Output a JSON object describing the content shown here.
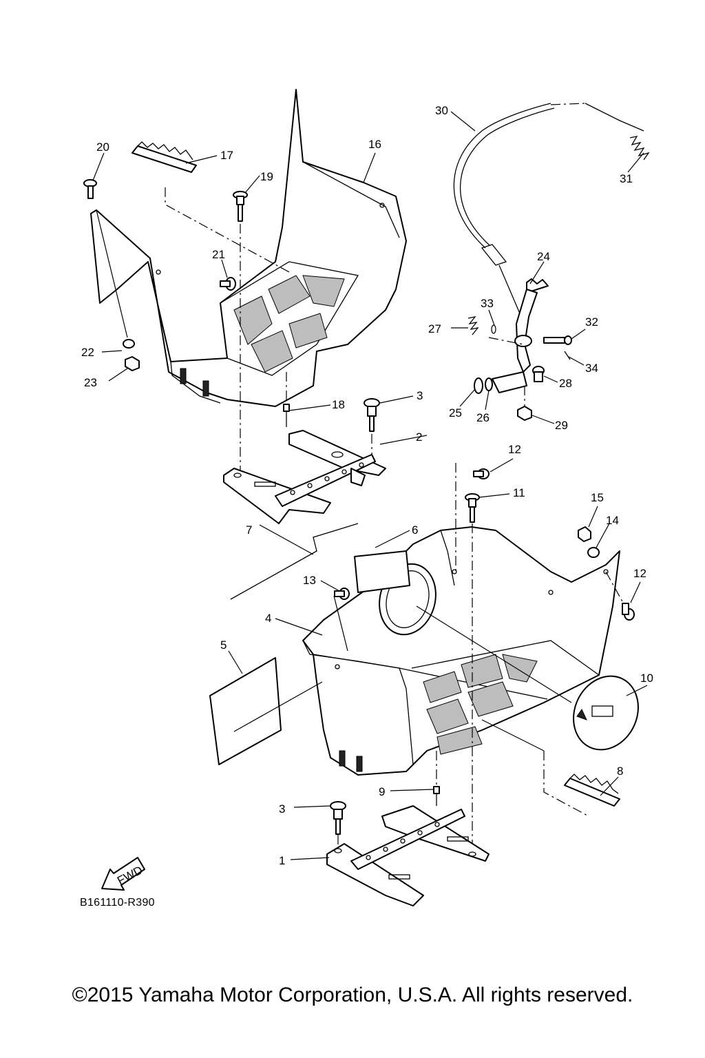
{
  "diagram_code": "B161110-R390",
  "direction_label": "FWD",
  "copyright": "©2015 Yamaha Motor Corporation, U.S.A. All rights reserved.",
  "callouts": [
    "1",
    "2",
    "3",
    "4",
    "5",
    "6",
    "7",
    "8",
    "9",
    "10",
    "11",
    "12",
    "13",
    "14",
    "15",
    "16",
    "17",
    "18",
    "19",
    "20",
    "21",
    "22",
    "23",
    "24",
    "25",
    "26",
    "27",
    "28",
    "29",
    "30",
    "31",
    "32",
    "33",
    "34"
  ]
}
